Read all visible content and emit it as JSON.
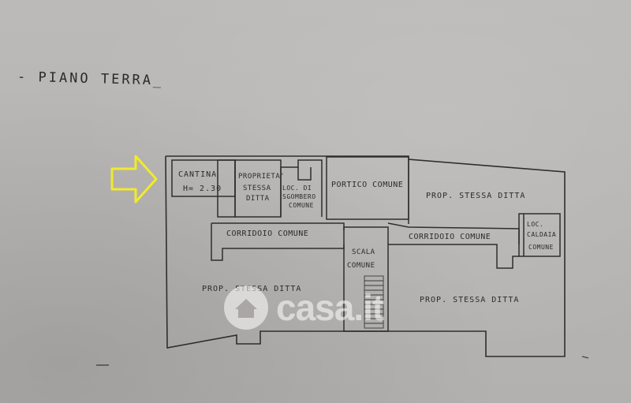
{
  "header": {
    "floor_title": "- PIANO TERRA_"
  },
  "rooms": {
    "cantina_line1": "CANTINA",
    "cantina_line2": "H= 2.30",
    "proprieta_line1": "PROPRIETA'",
    "proprieta_line2": "STESSA",
    "proprieta_line3": "DITTA",
    "sgombero_line1": "LOC. DI",
    "sgombero_line2": "SGOMBERO",
    "sgombero_line3": "COMUNE",
    "portico": "PORTICO COMUNE",
    "prop_top_right": "PROP. STESSA DITTA",
    "caldaia_line1": "LOC.",
    "caldaia_line2": "CALDAIA",
    "caldaia_line3": "COMUNE",
    "corridoio_left": "CORRIDOIO COMUNE",
    "corridoio_right": "CORRIDOIO COMUNE",
    "scala_line1": "SCALA",
    "scala_line2": "COMUNE",
    "prop_bottom_left": "PROP. STESSA DITTA",
    "prop_bottom_right": "PROP. STESSA DITTA"
  },
  "watermark": {
    "text": "casa.it"
  },
  "colors": {
    "ink": "#2b2b2b",
    "arrow": "#f2ea2a",
    "paper": "#b7b5b3"
  },
  "icons": {
    "pointer": "arrow-right-icon",
    "watermark_logo": "house-icon"
  }
}
